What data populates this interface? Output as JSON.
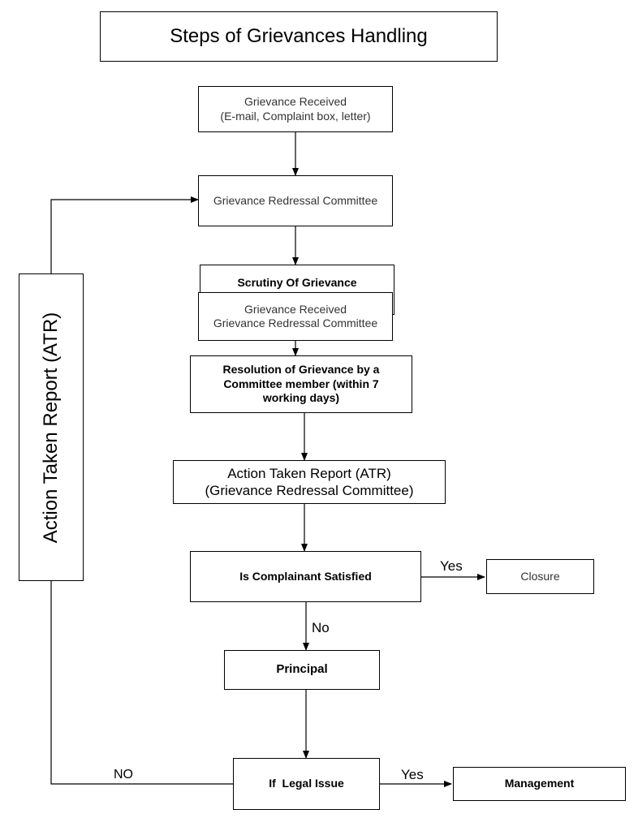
{
  "title": "Steps of Grievances Handling",
  "nodes": {
    "received": {
      "line1": "Grievance Received",
      "line2": "(E-mail, Complaint box, letter)"
    },
    "committee": {
      "label": "Grievance Redressal Committee"
    },
    "scrutiny": {
      "label": "Scrutiny Of Grievance"
    },
    "scrutiny_overlay": {
      "line1": "Grievance Received",
      "line2": "Grievance Redressal Committee"
    },
    "resolution": {
      "line1": "Resolution of Grievance by a",
      "line2": "Committee member (within 7",
      "line3": "working days)"
    },
    "atr": {
      "line1": "Action Taken Report (ATR)",
      "line2": "(Grievance Redressal Committee)"
    },
    "satisfied": {
      "label": "Is Complainant Satisfied"
    },
    "closure": {
      "label": "Closure"
    },
    "principal": {
      "label": "Principal"
    },
    "legal": {
      "label": "If  Legal Issue"
    },
    "management": {
      "label": "Management"
    },
    "atr_side": {
      "label": "Action Taken Report (ATR)"
    }
  },
  "edge_labels": {
    "satisfied_yes": "Yes",
    "satisfied_no": "No",
    "legal_yes": "Yes",
    "legal_no": "NO"
  }
}
